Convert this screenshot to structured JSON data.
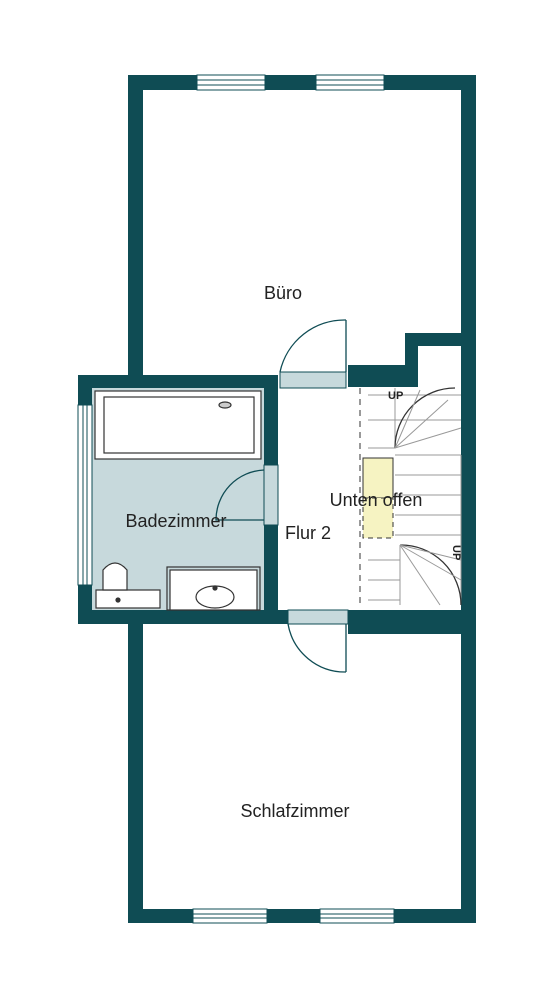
{
  "rooms": {
    "buero": "Büro",
    "badezimmer": "Badezimmer",
    "flur": "Flur 2",
    "unten_offen": "Unten offen",
    "schlafzimmer": "Schlafzimmer"
  },
  "stairs": {
    "up_top": "UP",
    "up_side": "UP"
  },
  "colors": {
    "wall": "#0f4c54",
    "bath_floor": "#c7d9dc",
    "window": "#d9e4e6",
    "stair_marker": "#f6f3c2"
  }
}
